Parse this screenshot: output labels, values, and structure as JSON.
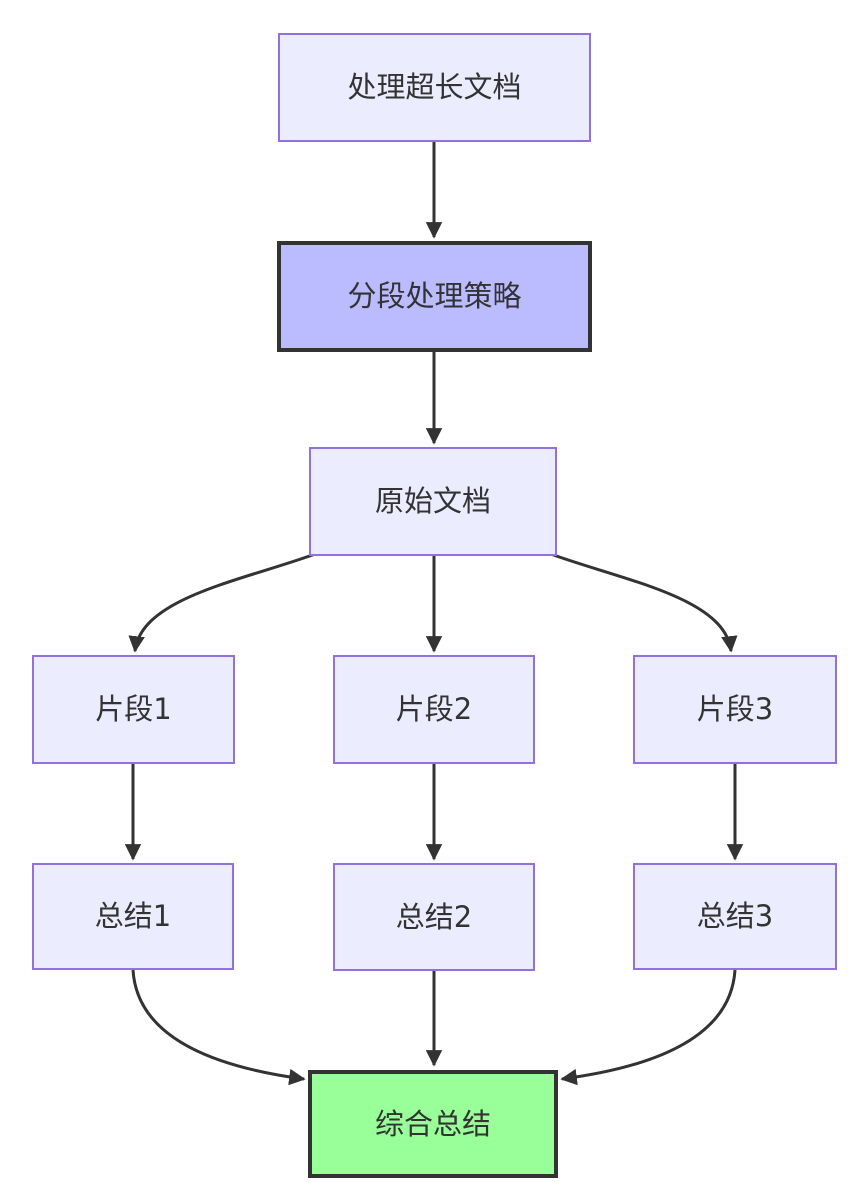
{
  "diagram": {
    "type": "flowchart",
    "direction": "top-down",
    "background": "#ffffff",
    "node_styles": {
      "default": {
        "fill": "#ECECFF",
        "stroke": "#9370DB",
        "stroke_width": 2
      },
      "accent": {
        "fill": "#BBBBFF",
        "stroke": "#333333",
        "stroke_width": 4
      },
      "success": {
        "fill": "#99FF99",
        "stroke": "#333333",
        "stroke_width": 4
      }
    },
    "edge_style": {
      "color": "#333333",
      "width": 3,
      "arrowhead": "filled-triangle"
    },
    "text_color": "#333333",
    "nodes": [
      {
        "id": "A",
        "label": "处理超长文档",
        "style": "default"
      },
      {
        "id": "B",
        "label": "分段处理策略",
        "style": "accent"
      },
      {
        "id": "C",
        "label": "原始文档",
        "style": "default"
      },
      {
        "id": "D1",
        "label": "片段1",
        "style": "default"
      },
      {
        "id": "D2",
        "label": "片段2",
        "style": "default"
      },
      {
        "id": "D3",
        "label": "片段3",
        "style": "default"
      },
      {
        "id": "E1",
        "label": "总结1",
        "style": "default"
      },
      {
        "id": "E2",
        "label": "总结2",
        "style": "default"
      },
      {
        "id": "E3",
        "label": "总结3",
        "style": "default"
      },
      {
        "id": "F",
        "label": "综合总结",
        "style": "success"
      }
    ],
    "edges": [
      {
        "from": "A",
        "to": "B"
      },
      {
        "from": "B",
        "to": "C"
      },
      {
        "from": "C",
        "to": "D1"
      },
      {
        "from": "C",
        "to": "D2"
      },
      {
        "from": "C",
        "to": "D3"
      },
      {
        "from": "D1",
        "to": "E1"
      },
      {
        "from": "D2",
        "to": "E2"
      },
      {
        "from": "D3",
        "to": "E3"
      },
      {
        "from": "E1",
        "to": "F"
      },
      {
        "from": "E2",
        "to": "F"
      },
      {
        "from": "E3",
        "to": "F"
      }
    ]
  }
}
